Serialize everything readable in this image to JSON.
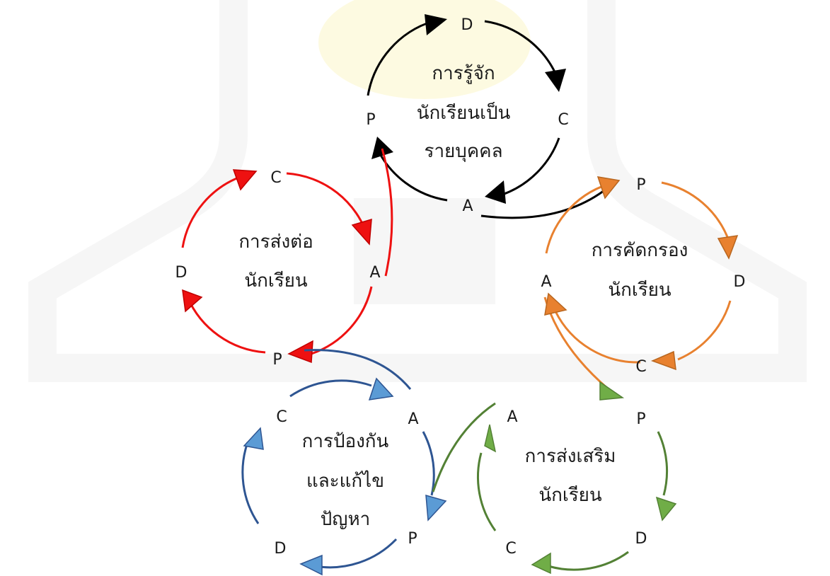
{
  "cycles": [
    {
      "id": "individual",
      "color": "#000000",
      "title_lines": [
        "การรู้จัก",
        "นักเรียนเป็น",
        "รายบุคคล"
      ],
      "labels": {
        "P": "P",
        "D": "D",
        "C": "C",
        "A": "A"
      }
    },
    {
      "id": "screening",
      "color": "#e8812f",
      "title_lines": [
        "การคัดกรอง",
        "นักเรียน"
      ],
      "labels": {
        "P": "P",
        "D": "D",
        "C": "C",
        "A": "A"
      }
    },
    {
      "id": "referral",
      "color": "#ee1111",
      "title_lines": [
        "การส่งต่อ",
        "นักเรียน"
      ],
      "labels": {
        "P": "P",
        "D": "D",
        "C": "C",
        "A": "A"
      }
    },
    {
      "id": "prevention",
      "color_line": "#2e5592",
      "color_arrow": "#5b9bd5",
      "title_lines": [
        "การป้องกัน",
        "และแก้ไข",
        "ปัญหา"
      ],
      "labels": {
        "P": "P",
        "D": "D",
        "C": "C",
        "A": "A"
      }
    },
    {
      "id": "promotion",
      "color_line": "#538135",
      "color_arrow": "#70ad47",
      "title_lines": [
        "การส่งเสริม",
        "นักเรียน"
      ],
      "labels": {
        "P": "P",
        "D": "D",
        "C": "C",
        "A": "A"
      }
    }
  ]
}
